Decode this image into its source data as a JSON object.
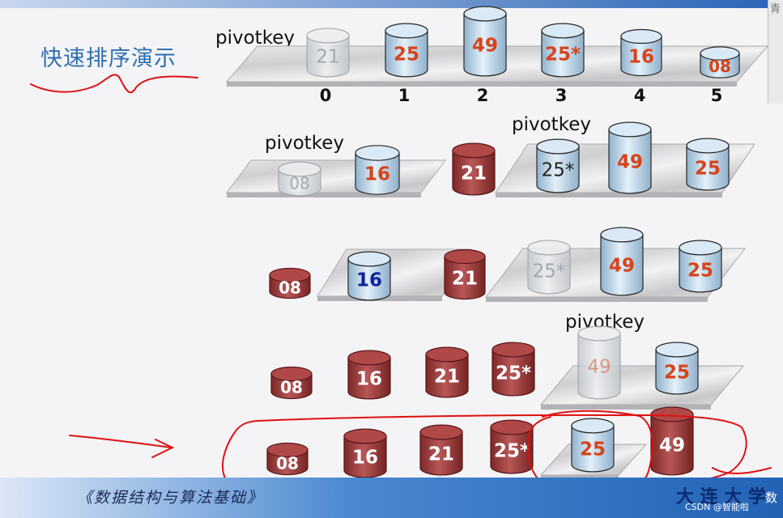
{
  "slide": {
    "title": "快速排序演示",
    "footer": "《数据结构与算法基础》",
    "footer_logo_text": "大 连 大 学",
    "footer_right_text": "数",
    "watermark": "CSDN @智能啦",
    "right_edge_glyph": "青"
  },
  "pivot_label": "pivotkey",
  "indices": [
    "0",
    "1",
    "2",
    "3",
    "4",
    "5"
  ],
  "steps": [
    {
      "cylinders": [
        {
          "label": "21",
          "style": "ghost"
        },
        {
          "label": "25",
          "style": "blue"
        },
        {
          "label": "49",
          "style": "blue"
        },
        {
          "label": "25*",
          "style": "blue"
        },
        {
          "label": "16",
          "style": "blue"
        },
        {
          "label": "08",
          "style": "blue"
        }
      ]
    },
    {
      "cylinders": [
        {
          "label": "08",
          "style": "ghost"
        },
        {
          "label": "16",
          "style": "blue"
        },
        {
          "label": "21",
          "style": "red"
        },
        {
          "label": "25*",
          "style": "blue-dark"
        },
        {
          "label": "49",
          "style": "blue"
        },
        {
          "label": "25",
          "style": "blue"
        }
      ]
    },
    {
      "cylinders": [
        {
          "label": "08",
          "style": "red"
        },
        {
          "label": "16",
          "style": "blue-navy"
        },
        {
          "label": "21",
          "style": "red"
        },
        {
          "label": "25*",
          "style": "ghost"
        },
        {
          "label": "49",
          "style": "blue"
        },
        {
          "label": "25",
          "style": "blue"
        }
      ]
    },
    {
      "cylinders": [
        {
          "label": "08",
          "style": "red"
        },
        {
          "label": "16",
          "style": "red"
        },
        {
          "label": "21",
          "style": "red"
        },
        {
          "label": "25*",
          "style": "red"
        },
        {
          "label": "49",
          "style": "ghost"
        },
        {
          "label": "25",
          "style": "blue"
        }
      ]
    },
    {
      "cylinders": [
        {
          "label": "08",
          "style": "red"
        },
        {
          "label": "16",
          "style": "red"
        },
        {
          "label": "21",
          "style": "red"
        },
        {
          "label": "25*",
          "style": "red"
        },
        {
          "label": "25",
          "style": "blue"
        },
        {
          "label": "49",
          "style": "red"
        }
      ]
    }
  ],
  "colors": {
    "blue_body": "#bcd6ea",
    "red_body": "#9c3b3b",
    "orange_text": "#d8431a",
    "navy_text": "#10249a",
    "annotation": "#e01010"
  }
}
